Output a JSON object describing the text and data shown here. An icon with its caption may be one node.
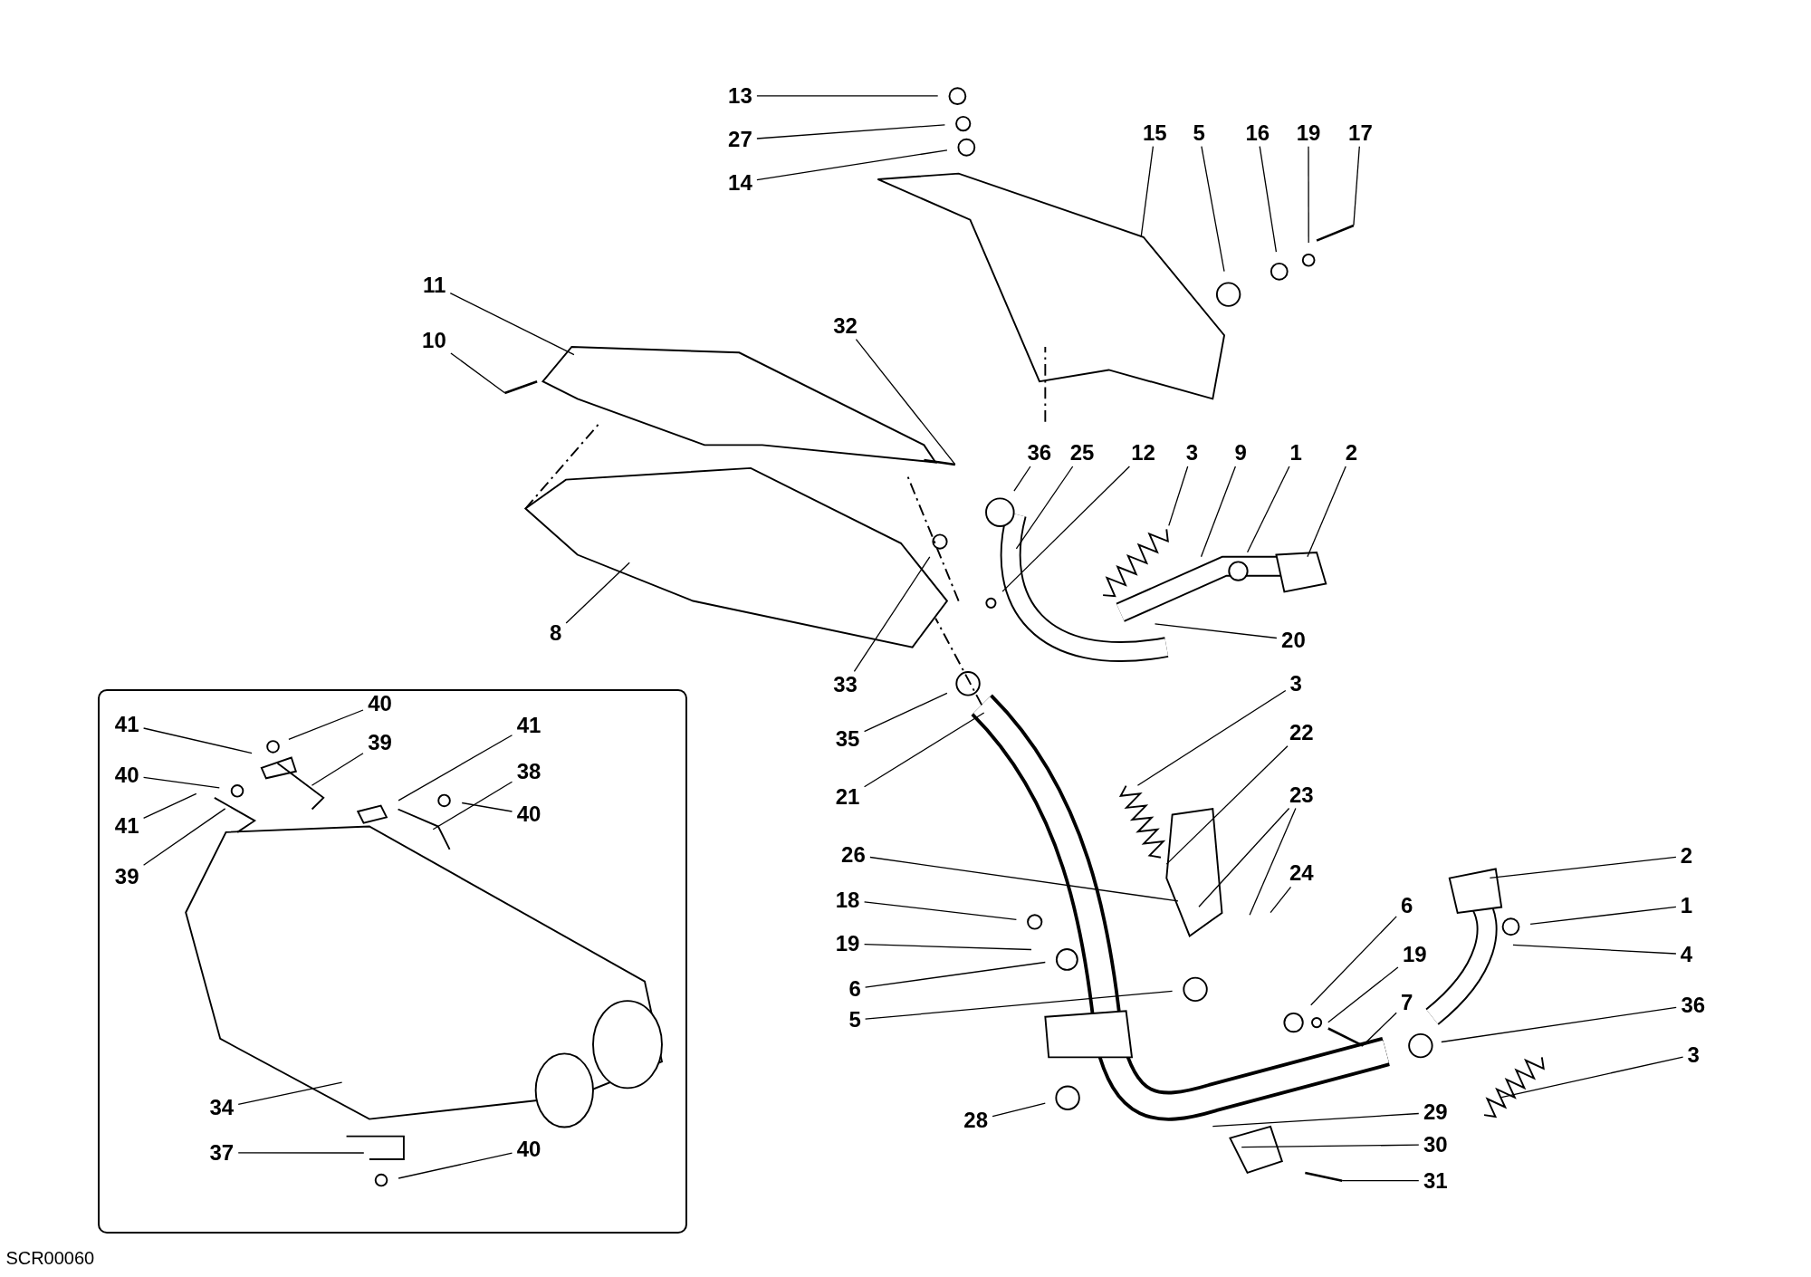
{
  "diagram": {
    "nodes": [
      {
        "text": [
          "13"
        ]
      },
      {
        "text": [
          "27"
        ]
      },
      {
        "text": [
          "14"
        ]
      },
      {
        "text": [
          "15"
        ]
      },
      {
        "text": [
          "5"
        ]
      },
      {
        "text": [
          "16"
        ]
      },
      {
        "text": [
          "19"
        ]
      },
      {
        "text": [
          "17"
        ]
      },
      {
        "text": [
          "11"
        ]
      },
      {
        "text": [
          "10"
        ]
      },
      {
        "text": [
          "32"
        ]
      },
      {
        "text": [
          "36"
        ]
      },
      {
        "text": [
          "25"
        ]
      },
      {
        "text": [
          "12"
        ]
      },
      {
        "text": [
          "3"
        ]
      },
      {
        "text": [
          "9"
        ]
      },
      {
        "text": [
          "1"
        ]
      },
      {
        "text": [
          "2"
        ]
      },
      {
        "text": [
          "8"
        ]
      },
      {
        "text": [
          "33"
        ]
      },
      {
        "text": [
          "20"
        ]
      },
      {
        "text": [
          "35"
        ]
      },
      {
        "text": [
          "21"
        ]
      },
      {
        "text": [
          "3"
        ]
      },
      {
        "text": [
          "22"
        ]
      },
      {
        "text": [
          "23"
        ]
      },
      {
        "text": [
          "26"
        ]
      },
      {
        "text": [
          "24"
        ]
      },
      {
        "text": [
          "18"
        ]
      },
      {
        "text": [
          "19"
        ]
      },
      {
        "text": [
          "6"
        ]
      },
      {
        "text": [
          "5"
        ]
      },
      {
        "text": [
          "2"
        ]
      },
      {
        "text": [
          "1"
        ]
      },
      {
        "text": [
          "4"
        ]
      },
      {
        "text": [
          "6"
        ]
      },
      {
        "text": [
          "19"
        ]
      },
      {
        "text": [
          "7"
        ]
      },
      {
        "text": [
          "36"
        ]
      },
      {
        "text": [
          "3"
        ]
      },
      {
        "text": [
          "28"
        ]
      },
      {
        "text": [
          "29"
        ]
      },
      {
        "text": [
          "30"
        ]
      },
      {
        "text": [
          "31"
        ]
      },
      {
        "text": [],
        "shape": "box"
      },
      {
        "text": [
          "41"
        ],
        "in": 44
      },
      {
        "text": [
          "40"
        ],
        "in": 44
      },
      {
        "text": [
          "39"
        ],
        "in": 44
      },
      {
        "text": [
          "41"
        ],
        "in": 44
      },
      {
        "text": [
          "40"
        ],
        "in": 44
      },
      {
        "text": [
          "41"
        ],
        "in": 44
      },
      {
        "text": [
          "38"
        ],
        "in": 44
      },
      {
        "text": [
          "40"
        ],
        "in": 44
      },
      {
        "text": [
          "39"
        ],
        "in": 44
      },
      {
        "text": [
          "34"
        ],
        "in": 44
      },
      {
        "text": [
          "37"
        ],
        "in": 44
      },
      {
        "text": [
          "40"
        ],
        "in": 44
      }
    ],
    "edges": [
      {
        "from": 0,
        "to": null,
        "arrow": "none"
      },
      {
        "from": 1,
        "to": null,
        "arrow": "none"
      },
      {
        "from": 2,
        "to": null,
        "arrow": "none"
      },
      {
        "from": 3,
        "to": null,
        "arrow": "none"
      },
      {
        "from": 4,
        "to": null,
        "arrow": "none"
      },
      {
        "from": 5,
        "to": null,
        "arrow": "none"
      },
      {
        "from": 6,
        "to": null,
        "arrow": "none"
      },
      {
        "from": 7,
        "to": null,
        "arrow": "none"
      },
      {
        "from": 8,
        "to": null,
        "arrow": "none"
      },
      {
        "from": 9,
        "to": null,
        "arrow": "none"
      },
      {
        "from": 10,
        "to": null,
        "arrow": "none"
      },
      {
        "from": 11,
        "to": null,
        "arrow": "none"
      },
      {
        "from": 12,
        "to": null,
        "arrow": "none"
      },
      {
        "from": 13,
        "to": null,
        "arrow": "none"
      },
      {
        "from": 14,
        "to": null,
        "arrow": "none"
      },
      {
        "from": 15,
        "to": null,
        "arrow": "none"
      },
      {
        "from": 16,
        "to": null,
        "arrow": "none"
      },
      {
        "from": 17,
        "to": null,
        "arrow": "none"
      },
      {
        "from": 18,
        "to": null,
        "arrow": "none"
      },
      {
        "from": 19,
        "to": null,
        "arrow": "none"
      },
      {
        "from": 20,
        "to": null,
        "arrow": "none"
      },
      {
        "from": 21,
        "to": null,
        "arrow": "none"
      },
      {
        "from": 22,
        "to": null,
        "arrow": "none"
      },
      {
        "from": 23,
        "to": null,
        "arrow": "none"
      },
      {
        "from": 24,
        "to": null,
        "arrow": "none"
      },
      {
        "from": 25,
        "to": null,
        "arrow": "none"
      },
      {
        "from": 25,
        "to": null,
        "arrow": "none"
      },
      {
        "from": 26,
        "to": null,
        "arrow": "none"
      },
      {
        "from": 27,
        "to": null,
        "arrow": "none"
      },
      {
        "from": 28,
        "to": null,
        "arrow": "none"
      },
      {
        "from": 29,
        "to": null,
        "arrow": "none"
      },
      {
        "from": 30,
        "to": null,
        "arrow": "none"
      },
      {
        "from": 31,
        "to": null,
        "arrow": "none"
      },
      {
        "from": 32,
        "to": null,
        "arrow": "none"
      },
      {
        "from": 33,
        "to": null,
        "arrow": "none"
      },
      {
        "from": 34,
        "to": null,
        "arrow": "none"
      },
      {
        "from": 35,
        "to": null,
        "arrow": "none"
      },
      {
        "from": 36,
        "to": null,
        "arrow": "none"
      },
      {
        "from": 37,
        "to": null,
        "arrow": "none"
      },
      {
        "from": 38,
        "to": null,
        "arrow": "none"
      },
      {
        "from": 39,
        "to": null,
        "arrow": "none"
      },
      {
        "from": 40,
        "to": null,
        "arrow": "none"
      },
      {
        "from": 41,
        "to": null,
        "arrow": "none"
      },
      {
        "from": 42,
        "to": null,
        "arrow": "none"
      },
      {
        "from": 43,
        "to": null,
        "arrow": "none"
      },
      {
        "from": 45,
        "to": null,
        "arrow": "none"
      },
      {
        "from": 46,
        "to": null,
        "arrow": "none"
      },
      {
        "from": 47,
        "to": null,
        "arrow": "none"
      },
      {
        "from": 48,
        "to": null,
        "arrow": "none"
      },
      {
        "from": 49,
        "to": null,
        "arrow": "none"
      },
      {
        "from": 50,
        "to": null,
        "arrow": "none"
      },
      {
        "from": 51,
        "to": null,
        "arrow": "none"
      },
      {
        "from": 52,
        "to": null,
        "arrow": "none"
      },
      {
        "from": 53,
        "to": null,
        "arrow": "none"
      },
      {
        "from": 54,
        "to": null,
        "arrow": "none"
      },
      {
        "from": 55,
        "to": null,
        "arrow": "none"
      },
      {
        "from": 56,
        "to": null,
        "arrow": "none"
      }
    ],
    "labels": [
      "SCR00060"
    ]
  }
}
